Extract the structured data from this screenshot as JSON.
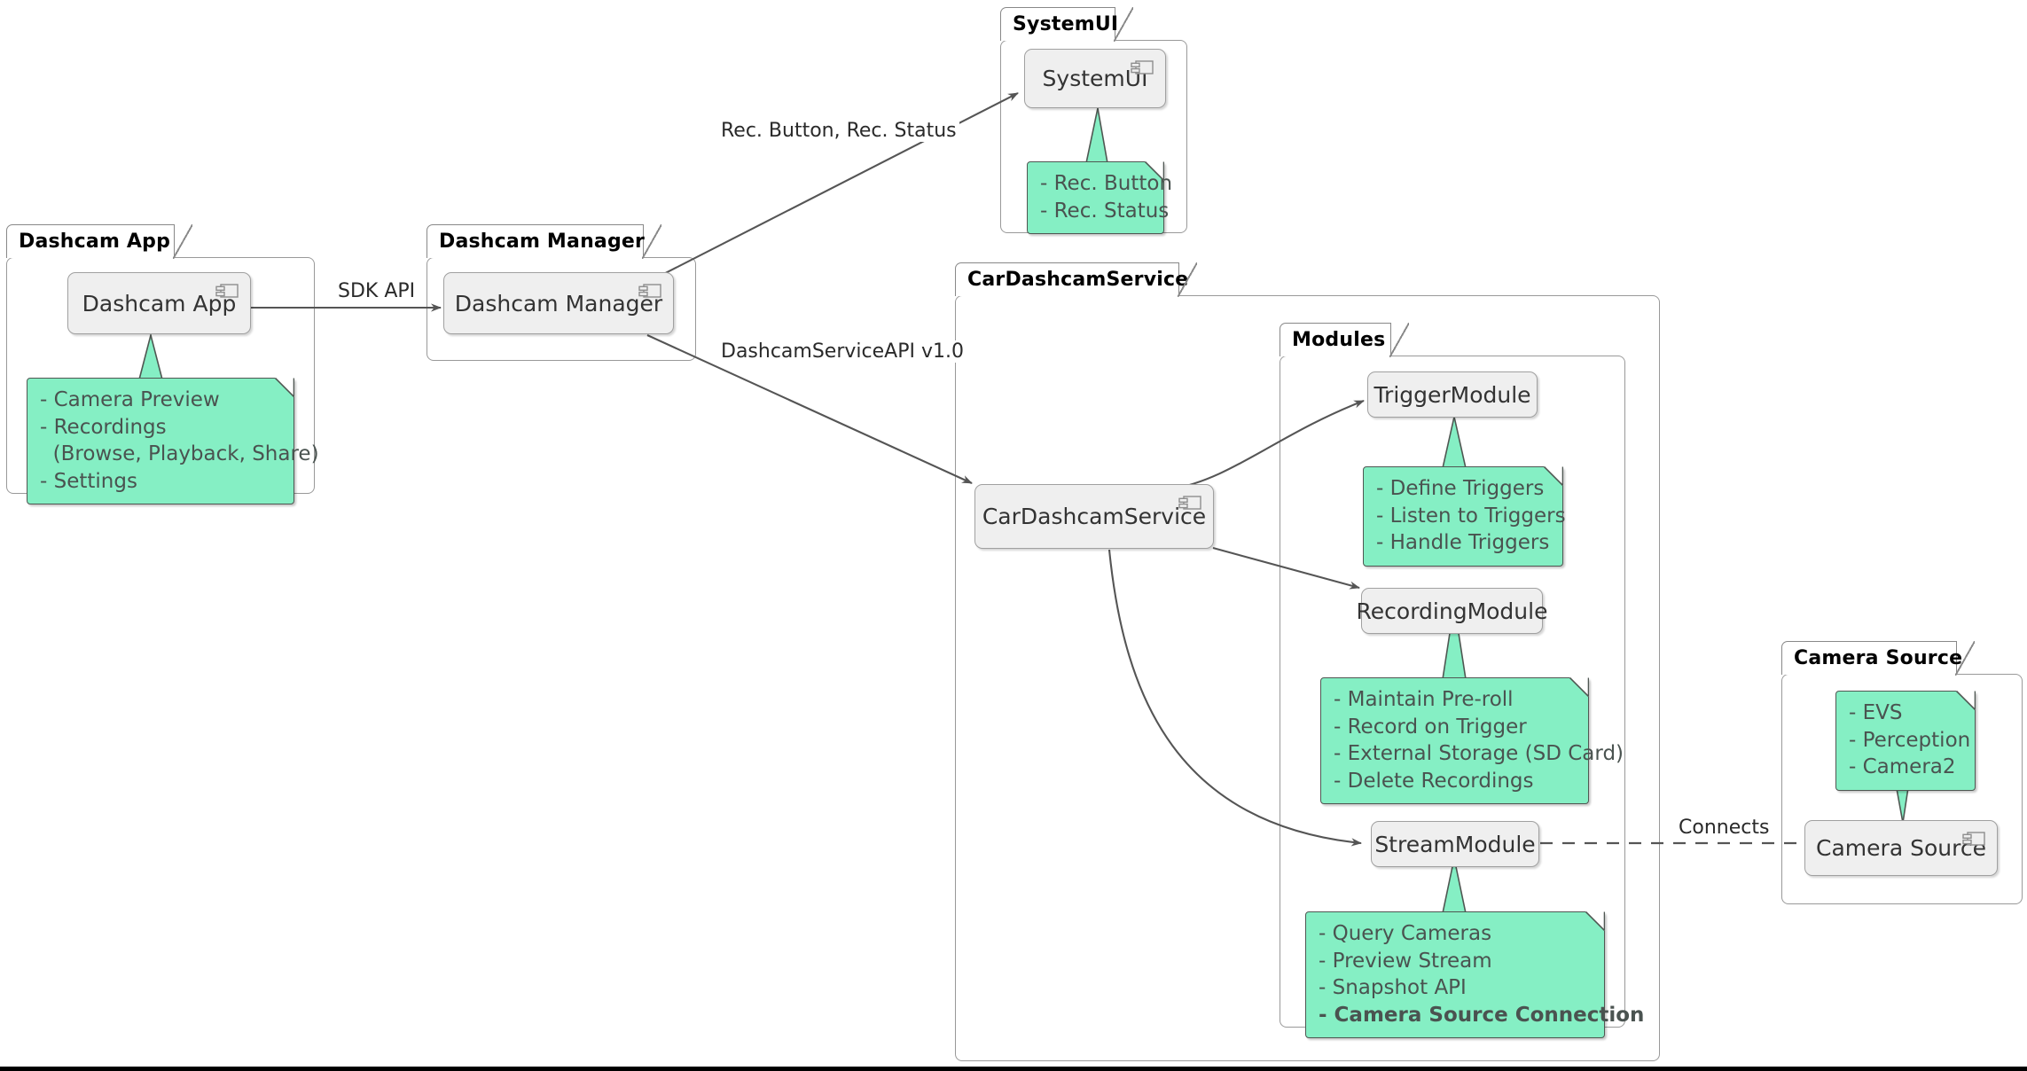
{
  "diagram": {
    "type": "uml-component-diagram",
    "title_visible": false,
    "colors": {
      "note_fill": "#85EFC4",
      "note_border": "#4F5752",
      "note_text": "#4A5350",
      "component_fill": "#EFEFEF",
      "component_border": "#A0A0A0",
      "component_text": "#333333",
      "package_border": "#999999",
      "package_title": "#000000",
      "edge_stroke": "#555555",
      "canvas": "#FFFFFF"
    }
  },
  "packages": [
    {
      "id": "dashcam-app",
      "label": "Dashcam App"
    },
    {
      "id": "dashcam-manager",
      "label": "Dashcam Manager"
    },
    {
      "id": "systemui",
      "label": "SystemUI"
    },
    {
      "id": "cardashcamservice",
      "label": "CarDashcamService"
    },
    {
      "id": "modules",
      "label": "Modules"
    },
    {
      "id": "camera-source",
      "label": "Camera Source"
    }
  ],
  "components": [
    {
      "id": "dashcam-app-comp",
      "label": "Dashcam App",
      "has_icon": true
    },
    {
      "id": "dashcam-manager-comp",
      "label": "Dashcam Manager",
      "has_icon": true
    },
    {
      "id": "systemui-comp",
      "label": "SystemUI",
      "has_icon": true
    },
    {
      "id": "cardashcamservice-comp",
      "label": "CarDashcamService",
      "has_icon": true
    },
    {
      "id": "triggermodule",
      "label": "TriggerModule",
      "has_icon": false
    },
    {
      "id": "recordingmodule",
      "label": "RecordingModule",
      "has_icon": false
    },
    {
      "id": "streammodule",
      "label": "StreamModule",
      "has_icon": false
    },
    {
      "id": "camera-source-comp",
      "label": "Camera Source",
      "has_icon": true
    }
  ],
  "notes": [
    {
      "id": "note-dashcam-app",
      "attached_to": "dashcam-app-comp",
      "lines": [
        {
          "text": "- Camera Preview",
          "bold": false
        },
        {
          "text": "- Recordings",
          "bold": false
        },
        {
          "text": "  (Browse, Playback, Share)",
          "bold": false
        },
        {
          "text": "- Settings",
          "bold": false
        }
      ]
    },
    {
      "id": "note-systemui",
      "attached_to": "systemui-comp",
      "lines": [
        {
          "text": "- Rec. Button",
          "bold": false
        },
        {
          "text": "- Rec. Status",
          "bold": false
        }
      ]
    },
    {
      "id": "note-triggermodule",
      "attached_to": "triggermodule",
      "lines": [
        {
          "text": "- Define Triggers",
          "bold": false
        },
        {
          "text": "- Listen to Triggers",
          "bold": false
        },
        {
          "text": "- Handle Triggers",
          "bold": false
        }
      ]
    },
    {
      "id": "note-recordingmodule",
      "attached_to": "recordingmodule",
      "lines": [
        {
          "text": "- Maintain Pre-roll",
          "bold": false
        },
        {
          "text": "- Record on Trigger",
          "bold": false
        },
        {
          "text": "- External Storage (SD Card)",
          "bold": false
        },
        {
          "text": "- Delete Recordings",
          "bold": false
        }
      ]
    },
    {
      "id": "note-streammodule",
      "attached_to": "streammodule",
      "lines": [
        {
          "text": "- Query Cameras",
          "bold": false
        },
        {
          "text": "- Preview Stream",
          "bold": false
        },
        {
          "text": "- Snapshot API",
          "bold": false
        },
        {
          "text": "- Camera Source Connection",
          "bold": true
        }
      ]
    },
    {
      "id": "note-camera-source",
      "attached_to": "camera-source-comp",
      "lines": [
        {
          "text": "- EVS",
          "bold": false
        },
        {
          "text": "- Perception",
          "bold": false
        },
        {
          "text": "- Camera2",
          "bold": false
        }
      ]
    }
  ],
  "edges": [
    {
      "id": "edge-sdk-api",
      "from": "dashcam-app-comp",
      "to": "dashcam-manager-comp",
      "label": "SDK API",
      "style": "solid",
      "arrow": true
    },
    {
      "id": "edge-rec-status",
      "from": "dashcam-manager-comp",
      "to": "systemui-comp",
      "label": "Rec. Button, Rec. Status",
      "style": "solid",
      "arrow": true
    },
    {
      "id": "edge-service-api",
      "from": "dashcam-manager-comp",
      "to": "cardashcamservice-comp",
      "label": "DashcamServiceAPI v1.0",
      "style": "solid",
      "arrow": true
    },
    {
      "id": "edge-to-trigger",
      "from": "cardashcamservice-comp",
      "to": "triggermodule",
      "label": "",
      "style": "solid",
      "arrow": true
    },
    {
      "id": "edge-to-recording",
      "from": "cardashcamservice-comp",
      "to": "recordingmodule",
      "label": "",
      "style": "solid",
      "arrow": true
    },
    {
      "id": "edge-to-stream",
      "from": "cardashcamservice-comp",
      "to": "streammodule",
      "label": "",
      "style": "curved",
      "arrow": true
    },
    {
      "id": "edge-connects",
      "from": "streammodule",
      "to": "camera-source-comp",
      "label": "Connects",
      "style": "dashed",
      "arrow": false
    }
  ]
}
